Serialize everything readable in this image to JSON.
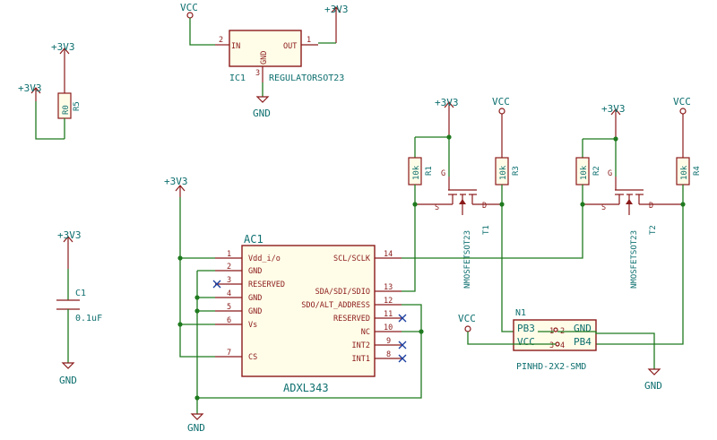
{
  "power_labels": {
    "vcc": "VCC",
    "v33": "+3V3",
    "gnd": "GND"
  },
  "ic1": {
    "ref": "IC1",
    "value": "REGULATORSOT23",
    "pin_in_name": "IN",
    "pin_in_num": "2",
    "pin_out_name": "OUT",
    "pin_out_num": "1",
    "pin_gnd_name": "GND",
    "pin_gnd_num": "3"
  },
  "r5": {
    "ref": "R5",
    "value": "R0"
  },
  "r1": {
    "ref": "R1",
    "value": "10k"
  },
  "r3": {
    "ref": "R3",
    "value": "10k"
  },
  "r2": {
    "ref": "R2",
    "value": "10k"
  },
  "r4": {
    "ref": "R4",
    "value": "10k"
  },
  "t1": {
    "ref": "T1",
    "value": "NMOSFETSOT23",
    "g": "G",
    "s": "S",
    "d": "D"
  },
  "t2": {
    "ref": "T2",
    "value": "NMOSFETSOT23",
    "g": "G",
    "s": "S",
    "d": "D"
  },
  "c1": {
    "ref": "C1",
    "value": "0.1uF"
  },
  "ac1": {
    "ref": "AC1",
    "value": "ADXL343",
    "left_pins": [
      {
        "num": "1",
        "name": "Vdd_i/o"
      },
      {
        "num": "2",
        "name": "GND"
      },
      {
        "num": "3",
        "name": "RESERVED"
      },
      {
        "num": "4",
        "name": "GND"
      },
      {
        "num": "5",
        "name": "GND"
      },
      {
        "num": "6",
        "name": "Vs"
      },
      {
        "num": "7",
        "name": "CS"
      }
    ],
    "right_pins": [
      {
        "num": "14",
        "name": "SCL/SCLK"
      },
      {
        "num": "13",
        "name": "SDA/SDI/SDIO"
      },
      {
        "num": "12",
        "name": "SDO/ALT_ADDRESS"
      },
      {
        "num": "11",
        "name": "RESERVED"
      },
      {
        "num": "10",
        "name": "NC"
      },
      {
        "num": "9",
        "name": "INT2"
      },
      {
        "num": "8",
        "name": "INT1"
      }
    ]
  },
  "n1": {
    "ref": "N1",
    "value": "PINHD-2X2-SMD",
    "pb3": "PB3",
    "vcc": "VCC",
    "gnd": "GND",
    "pb4": "PB4",
    "p1": "1",
    "p2": "2",
    "p3": "3",
    "p4": "4"
  }
}
